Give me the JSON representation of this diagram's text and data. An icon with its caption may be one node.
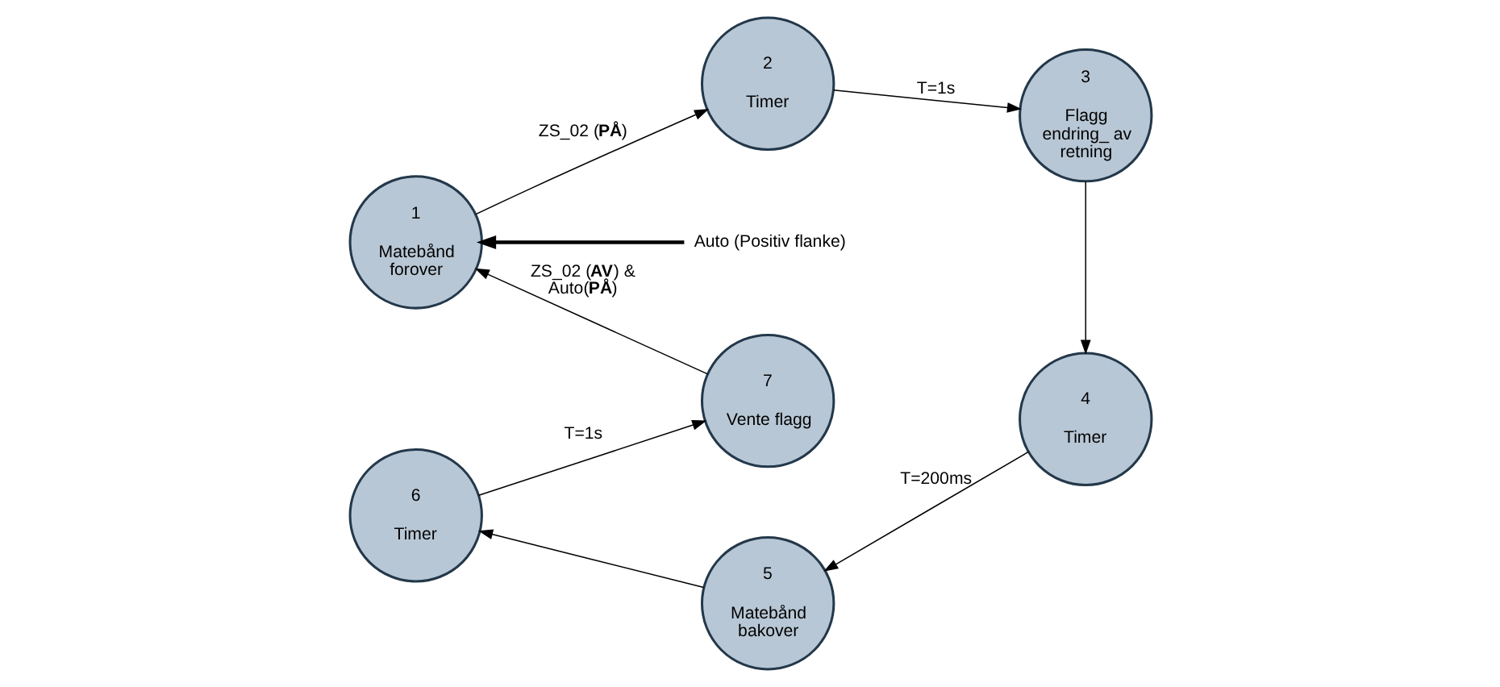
{
  "diagram": {
    "nodes": [
      {
        "text": [
          "1",
          "Matebånd forover"
        ]
      },
      {
        "text": [
          "2",
          "Timer"
        ]
      },
      {
        "text": [
          "3",
          "Flagg endring_ av retning"
        ]
      },
      {
        "text": [
          "4",
          "Timer"
        ]
      },
      {
        "text": [
          "5",
          "Matebånd bakover"
        ]
      },
      {
        "text": [
          "6",
          "Timer"
        ]
      },
      {
        "text": [
          "7",
          "Vente flagg"
        ]
      },
      {
        "text": [
          "Auto (Positiv flanke)"
        ]
      }
    ],
    "edges": [
      {
        "from": 7,
        "to": 0,
        "arrow": "to",
        "style": "thick"
      },
      {
        "from": 0,
        "to": 1,
        "arrow": "to",
        "label": "ZS_02 (**PÅ**)"
      },
      {
        "from": 1,
        "to": 2,
        "arrow": "to",
        "label": "T=1s"
      },
      {
        "from": 2,
        "to": 3,
        "arrow": "to"
      },
      {
        "from": 3,
        "to": 4,
        "arrow": "to",
        "label": "T=200ms"
      },
      {
        "from": 4,
        "to": 5,
        "arrow": "to"
      },
      {
        "from": 5,
        "to": 6,
        "arrow": "to",
        "label": "T=1s"
      },
      {
        "from": 6,
        "to": 0,
        "arrow": "to",
        "label": "ZS_02 (**AV**) & Auto(**PÅ**)"
      }
    ]
  }
}
